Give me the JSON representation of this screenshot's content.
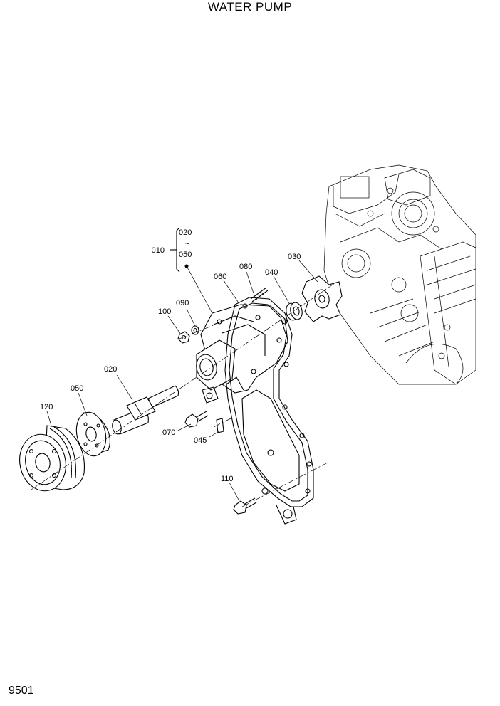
{
  "title": "WATER PUMP",
  "page_number": "9501",
  "callouts": {
    "group_010": "010",
    "group_020": "020",
    "group_050": "050",
    "c020": "020",
    "c030": "030",
    "c040": "040",
    "c045": "045",
    "c050": "050",
    "c060": "060",
    "c070": "070",
    "c080": "080",
    "c090": "090",
    "c100": "100",
    "c110": "110",
    "c120": "120"
  },
  "group_tilde": "~"
}
